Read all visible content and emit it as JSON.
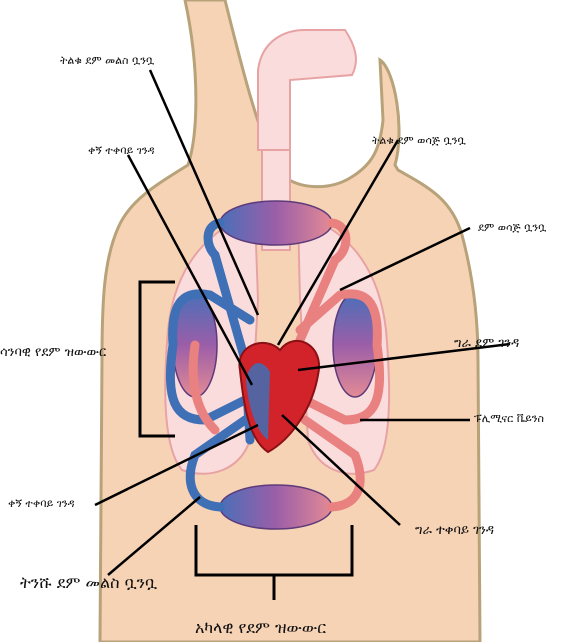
{
  "labels": {
    "superior_vena_cava": "ትልቁ ደም መልስ ቧንቧ",
    "right_atrium": "ቀኝ ተቀባይ ገንዳ",
    "aorta": "ትልቁ ደም ወሳጅ ቧንቧ",
    "artery": "ደም ወሳጅ ቧንቧ",
    "pulmonary_circulation": "ሳንባዊ የደም ዝውውር",
    "left_ventricle": "ግራ ደም ገንዳ",
    "pulmonary_veins": "ፑሊሚናር ቬይንስ",
    "right_ventricle": "ቀኝ ተቀባይ ገንዳ",
    "left_atrium": "ግራ ተቀባይ ገንዳ",
    "inferior_vena_cava": "ትንሹ ደም መልስ ቧንቧ",
    "systemic_circulation": "አካላዊ የደም ዝውውር"
  },
  "colors": {
    "skin": "#f7d3b6",
    "skin_outline": "#b8a27a",
    "lung": "#fbdcdc",
    "oxygenated": "#e8817f",
    "deoxygenated": "#3f6fb5",
    "heart": "#d2232a",
    "capillary": "#8e5aa6",
    "leader": "#000000"
  }
}
